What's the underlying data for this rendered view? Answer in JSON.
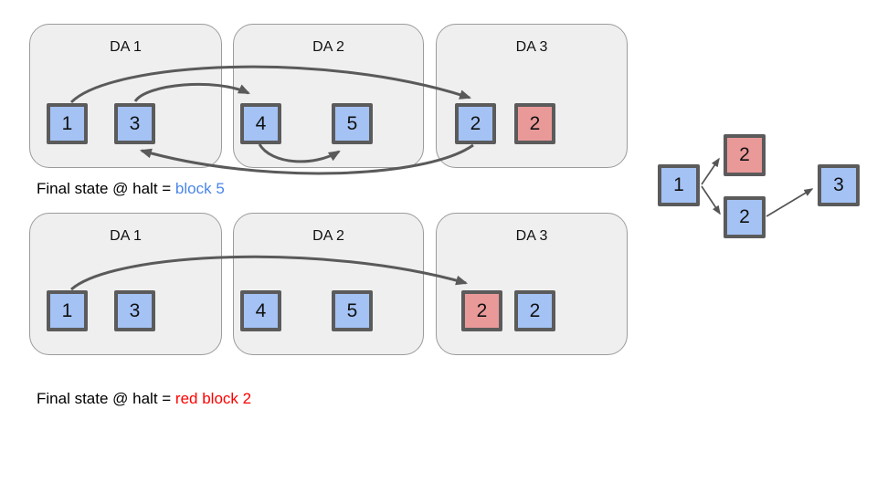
{
  "colors": {
    "block_blue": "#a4c2f4",
    "block_red": "#ea9999",
    "block_border": "#5b5b5b",
    "panel_fill": "#efefef",
    "panel_border": "#9b9b9b",
    "arrow": "#5a5a5a",
    "caption_highlight_blue": "#4a86e8",
    "caption_highlight_red": "#ff0000"
  },
  "scenario1": {
    "das": [
      {
        "label": "DA 1",
        "blocks": [
          {
            "label": "1",
            "color": "blue"
          },
          {
            "label": "3",
            "color": "blue"
          }
        ]
      },
      {
        "label": "DA 2",
        "blocks": [
          {
            "label": "4",
            "color": "blue"
          },
          {
            "label": "5",
            "color": "blue"
          }
        ]
      },
      {
        "label": "DA 3",
        "blocks": [
          {
            "label": "2",
            "color": "blue"
          },
          {
            "label": "2",
            "color": "red"
          }
        ]
      }
    ],
    "arrows": [
      {
        "from": "block 1 (DA 1)",
        "to": "blue block 2 (DA 3)"
      },
      {
        "from": "block 3 (DA 1)",
        "to": "block 4 (DA 2)"
      },
      {
        "from": "block 4 (DA 2)",
        "to": "block 5 (DA 2)"
      },
      {
        "from": "blue block 2 (DA 3)",
        "to": "block 3 (DA 1)"
      }
    ],
    "caption": {
      "prefix": "Final state @ halt = ",
      "result": "block 5"
    }
  },
  "scenario2": {
    "das": [
      {
        "label": "DA 1",
        "blocks": [
          {
            "label": "1",
            "color": "blue"
          },
          {
            "label": "3",
            "color": "blue"
          }
        ]
      },
      {
        "label": "DA 2",
        "blocks": [
          {
            "label": "4",
            "color": "blue"
          },
          {
            "label": "5",
            "color": "blue"
          }
        ]
      },
      {
        "label": "DA 3",
        "blocks": [
          {
            "label": "2",
            "color": "red"
          },
          {
            "label": "2",
            "color": "blue"
          }
        ]
      }
    ],
    "arrows": [
      {
        "from": "block 1 (DA 1)",
        "to": "red block 2 (DA 3)"
      }
    ],
    "caption": {
      "prefix": "Final state @ halt = ",
      "result": "red block 2"
    }
  },
  "graph": {
    "nodes": [
      {
        "label": "1",
        "color": "blue"
      },
      {
        "label": "2",
        "color": "red"
      },
      {
        "label": "2",
        "color": "blue"
      },
      {
        "label": "3",
        "color": "blue"
      }
    ],
    "edges": [
      {
        "from": "1",
        "to": "2 (red)"
      },
      {
        "from": "1",
        "to": "2 (blue)"
      },
      {
        "from": "2 (blue)",
        "to": "3"
      }
    ]
  }
}
